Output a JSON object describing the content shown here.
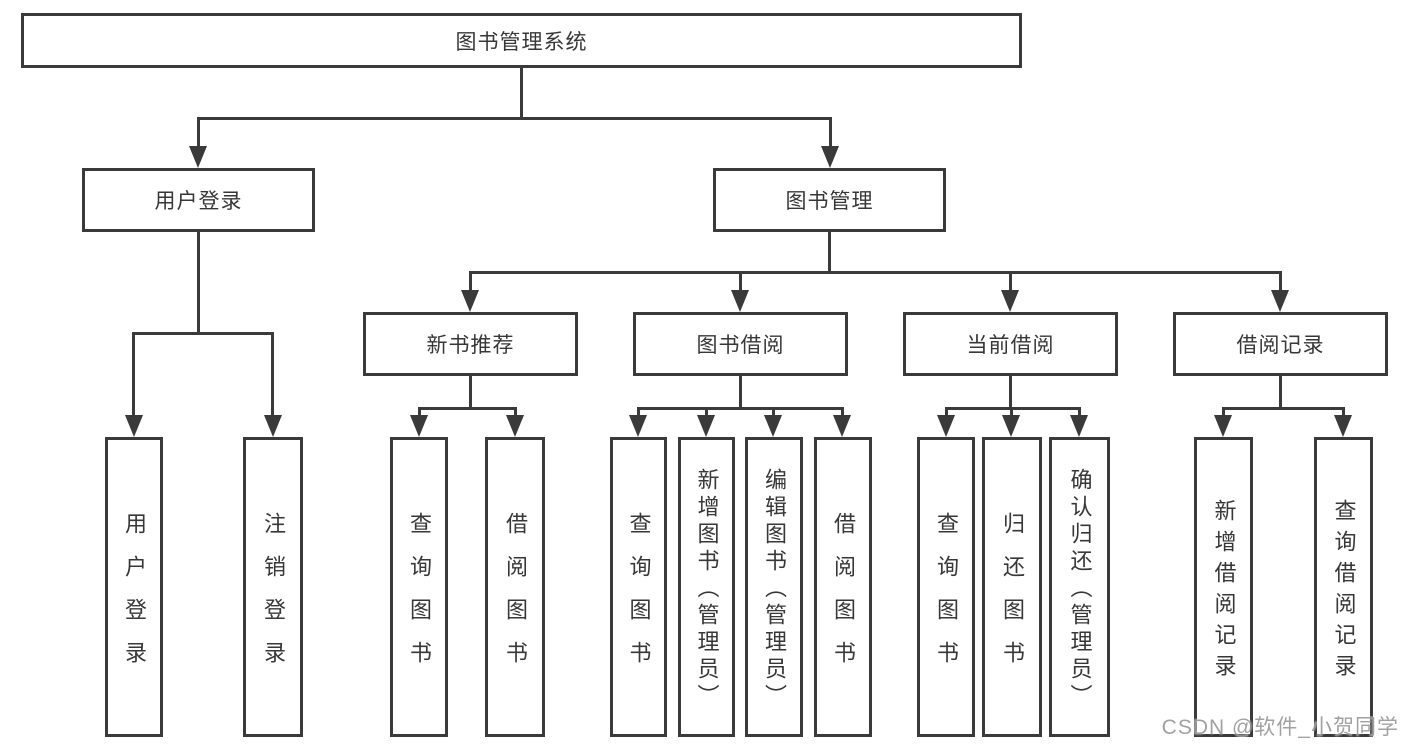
{
  "tree": {
    "label": "图书管理系统",
    "children": [
      {
        "label": "用户登录",
        "children": [
          {
            "label": "用户登录"
          },
          {
            "label": "注销登录"
          }
        ]
      },
      {
        "label": "图书管理",
        "children": [
          {
            "label": "新书推荐",
            "children": [
              {
                "label": "查询图书"
              },
              {
                "label": "借阅图书"
              }
            ]
          },
          {
            "label": "图书借阅",
            "children": [
              {
                "label": "查询图书"
              },
              {
                "label": "新增图书（管理员）"
              },
              {
                "label": "编辑图书（管理员）"
              },
              {
                "label": "借阅图书"
              }
            ]
          },
          {
            "label": "当前借阅",
            "children": [
              {
                "label": "查询图书"
              },
              {
                "label": "归还图书"
              },
              {
                "label": "确认归还（管理员）"
              }
            ]
          },
          {
            "label": "借阅记录",
            "children": [
              {
                "label": "新增借阅记录"
              },
              {
                "label": "查询借阅记录"
              }
            ]
          }
        ]
      }
    ]
  },
  "watermark": {
    "text": "CSDN @软件_小贺同学"
  },
  "colors": {
    "line": "#3a3a3a",
    "text": "#373737",
    "background": "#ffffff",
    "watermark": "#919191"
  }
}
